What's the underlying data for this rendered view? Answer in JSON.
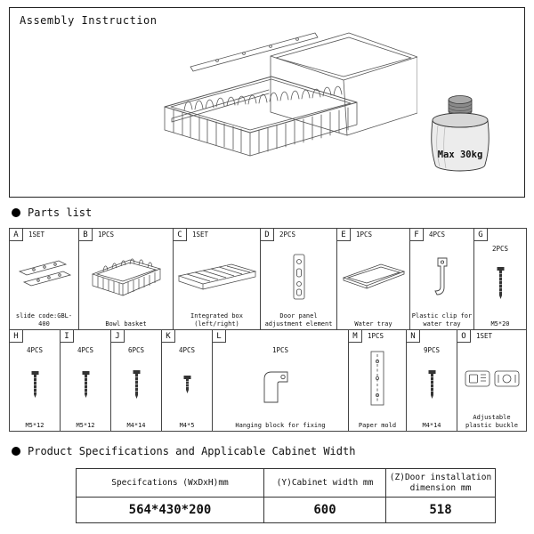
{
  "title": "Assembly Instruction",
  "diagram": {
    "max_load": "Max 30kg"
  },
  "parts": {
    "heading": "Parts list",
    "row1": [
      {
        "id": "A",
        "qty": "1SET",
        "desc": "slide code:GBL-400",
        "icon": "slide-rails-icon"
      },
      {
        "id": "B",
        "qty": "1PCS",
        "desc": "Bowl basket",
        "icon": "bowl-basket-icon"
      },
      {
        "id": "C",
        "qty": "1SET",
        "desc": "Integrated box (left/right)",
        "icon": "integrated-box-icon"
      },
      {
        "id": "D",
        "qty": "2PCS",
        "desc": "Door panel adjustment element",
        "icon": "door-adjustment-icon"
      },
      {
        "id": "E",
        "qty": "1PCS",
        "desc": "Water tray",
        "icon": "water-tray-icon"
      },
      {
        "id": "F",
        "qty": "4PCS",
        "desc": "Plastic clip for water tray",
        "icon": "plastic-clip-icon"
      },
      {
        "id": "G",
        "qty": "2PCS",
        "desc": "M5*20",
        "icon": "screw-icon"
      }
    ],
    "row2": [
      {
        "id": "H",
        "qty": "4PCS",
        "desc": "M5*12",
        "icon": "screw-icon"
      },
      {
        "id": "I",
        "qty": "4PCS",
        "desc": "M5*12",
        "icon": "screw-icon"
      },
      {
        "id": "J",
        "qty": "6PCS",
        "desc": "M4*14",
        "icon": "screw-icon"
      },
      {
        "id": "K",
        "qty": "4PCS",
        "desc": "M4*5",
        "icon": "screw-icon"
      },
      {
        "id": "L",
        "qty": "1PCS",
        "desc": "Hanging block for fixing",
        "icon": "hanging-block-icon"
      },
      {
        "id": "M",
        "qty": "1PCS",
        "desc": "Paper mold",
        "icon": "paper-mold-icon"
      },
      {
        "id": "N",
        "qty": "9PCS",
        "desc": "M4*14",
        "icon": "screw-icon"
      },
      {
        "id": "O",
        "qty": "1SET",
        "desc": "Adjustable plastic buckle",
        "icon": "plastic-buckle-icon"
      }
    ]
  },
  "specs": {
    "heading": "Product Specifications and Applicable Cabinet Width",
    "headers": [
      "Specifcations (WxDxH)mm",
      "(Y)Cabinet width mm",
      "(Z)Door installation dimension mm"
    ],
    "values": [
      "564*430*200",
      "600",
      "518"
    ]
  }
}
